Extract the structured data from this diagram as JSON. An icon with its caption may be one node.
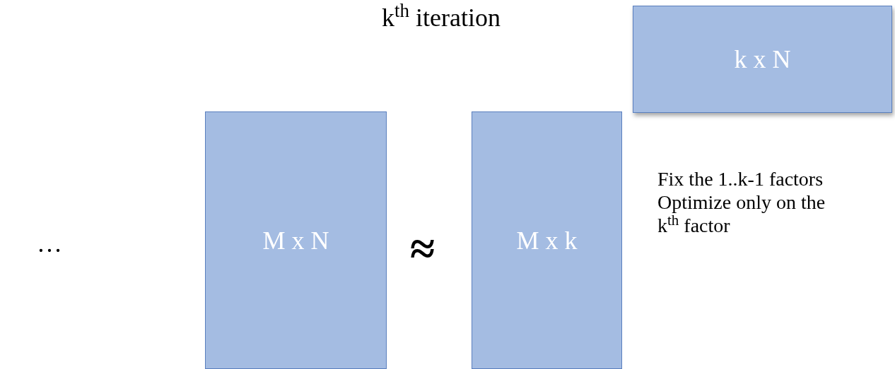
{
  "diagram": {
    "title": "k$^{th}$ iteration",
    "nodes": [
      {
        "text": [
          "M x N"
        ]
      },
      {
        "text": [
          "M x k"
        ]
      },
      {
        "text": [
          "k x N"
        ]
      }
    ],
    "edges": [],
    "labels": [
      "…",
      "≈",
      "Fix the 1..k-1 factors",
      "Optimize only on the k$^{th}$ factor"
    ]
  }
}
